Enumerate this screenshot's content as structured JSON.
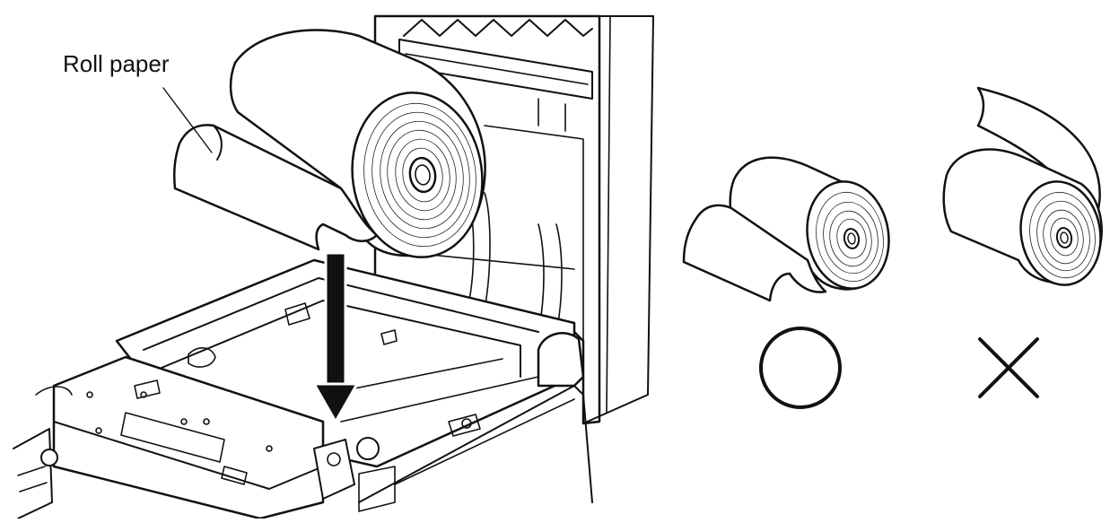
{
  "label": {
    "roll_paper": "Roll paper"
  },
  "correct_symbol": "correct-circle-symbol",
  "incorrect_symbol": "incorrect-cross-symbol"
}
